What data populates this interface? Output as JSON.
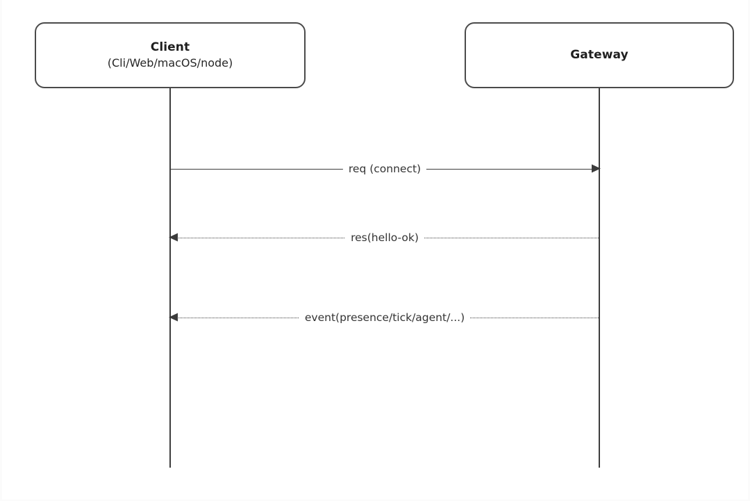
{
  "diagram": {
    "type": "sequence-diagram",
    "background_color": "#ffffff",
    "line_color": "#3c3c3c",
    "text_color": "#333333",
    "participants": [
      {
        "id": "client",
        "name": "Client",
        "subtitle": "(Cli/Web/macOS/node)"
      },
      {
        "id": "gateway",
        "name": "Gateway",
        "subtitle": ""
      }
    ],
    "messages": [
      {
        "label": "req (connect)",
        "from": "client",
        "to": "gateway",
        "direction": "right",
        "line_style": "solid",
        "arrow_style": "filled"
      },
      {
        "label": "res(hello-ok)",
        "from": "gateway",
        "to": "client",
        "direction": "left",
        "line_style": "dotted",
        "arrow_style": "filled"
      },
      {
        "label": "event(presence/tick/agent/...)",
        "from": "gateway",
        "to": "client",
        "direction": "left",
        "line_style": "dotted",
        "arrow_style": "filled"
      }
    ]
  }
}
